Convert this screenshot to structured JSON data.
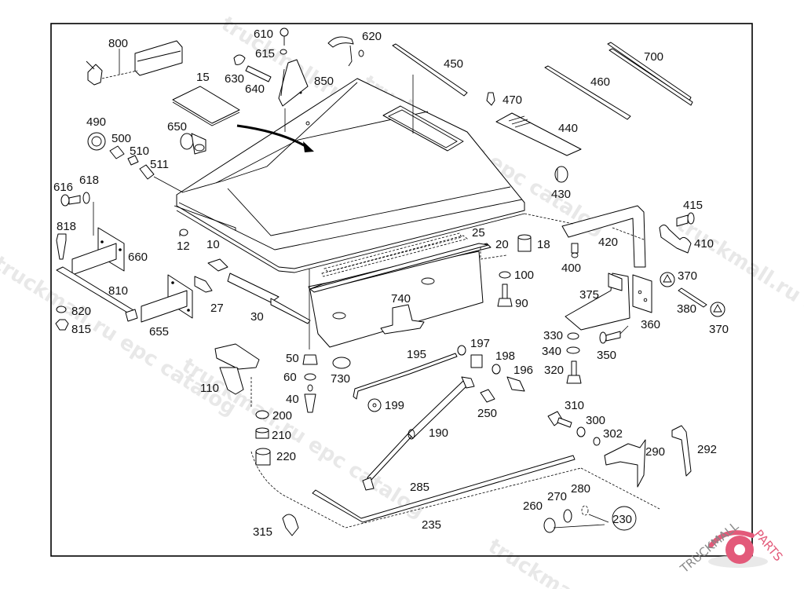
{
  "diagram": {
    "title": "Hood / Bonnet assembly exploded parts diagram",
    "callouts": [
      {
        "id": "c800",
        "label": "800"
      },
      {
        "id": "c610",
        "label": "610"
      },
      {
        "id": "c615",
        "label": "615"
      },
      {
        "id": "c620",
        "label": "620"
      },
      {
        "id": "c630",
        "label": "630"
      },
      {
        "id": "c640",
        "label": "640"
      },
      {
        "id": "c850",
        "label": "850"
      },
      {
        "id": "c15",
        "label": "15"
      },
      {
        "id": "c450",
        "label": "450"
      },
      {
        "id": "c470",
        "label": "470"
      },
      {
        "id": "c460",
        "label": "460"
      },
      {
        "id": "c700",
        "label": "700"
      },
      {
        "id": "c440",
        "label": "440"
      },
      {
        "id": "c490",
        "label": "490"
      },
      {
        "id": "c500",
        "label": "500"
      },
      {
        "id": "c510",
        "label": "510"
      },
      {
        "id": "c511",
        "label": "511"
      },
      {
        "id": "c650",
        "label": "650"
      },
      {
        "id": "c430",
        "label": "430"
      },
      {
        "id": "c616",
        "label": "616"
      },
      {
        "id": "c618",
        "label": "618"
      },
      {
        "id": "c818",
        "label": "818"
      },
      {
        "id": "c660",
        "label": "660"
      },
      {
        "id": "c12",
        "label": "12"
      },
      {
        "id": "c10",
        "label": "10"
      },
      {
        "id": "c25",
        "label": "25"
      },
      {
        "id": "c20",
        "label": "20"
      },
      {
        "id": "c18",
        "label": "18"
      },
      {
        "id": "c415",
        "label": "415"
      },
      {
        "id": "c410",
        "label": "410"
      },
      {
        "id": "c420",
        "label": "420"
      },
      {
        "id": "c400",
        "label": "400"
      },
      {
        "id": "c810",
        "label": "810"
      },
      {
        "id": "c27",
        "label": "27"
      },
      {
        "id": "c30",
        "label": "30"
      },
      {
        "id": "c820",
        "label": "820"
      },
      {
        "id": "c815",
        "label": "815"
      },
      {
        "id": "c655",
        "label": "655"
      },
      {
        "id": "c740",
        "label": "740"
      },
      {
        "id": "c100",
        "label": "100"
      },
      {
        "id": "c90",
        "label": "90"
      },
      {
        "id": "c375",
        "label": "375"
      },
      {
        "id": "c370a",
        "label": "370"
      },
      {
        "id": "c380",
        "label": "380"
      },
      {
        "id": "c370b",
        "label": "370"
      },
      {
        "id": "c360",
        "label": "360"
      },
      {
        "id": "c330",
        "label": "330"
      },
      {
        "id": "c340",
        "label": "340"
      },
      {
        "id": "c350",
        "label": "350"
      },
      {
        "id": "c320",
        "label": "320"
      },
      {
        "id": "c195",
        "label": "195"
      },
      {
        "id": "c197",
        "label": "197"
      },
      {
        "id": "c198",
        "label": "198"
      },
      {
        "id": "c196",
        "label": "196"
      },
      {
        "id": "c50",
        "label": "50"
      },
      {
        "id": "c60",
        "label": "60"
      },
      {
        "id": "c730",
        "label": "730"
      },
      {
        "id": "c40",
        "label": "40"
      },
      {
        "id": "c110",
        "label": "110"
      },
      {
        "id": "c199",
        "label": "199"
      },
      {
        "id": "c250",
        "label": "250"
      },
      {
        "id": "c200",
        "label": "200"
      },
      {
        "id": "c210",
        "label": "210"
      },
      {
        "id": "c220",
        "label": "220"
      },
      {
        "id": "c190",
        "label": "190"
      },
      {
        "id": "c310",
        "label": "310"
      },
      {
        "id": "c300",
        "label": "300"
      },
      {
        "id": "c302",
        "label": "302"
      },
      {
        "id": "c290",
        "label": "290"
      },
      {
        "id": "c292",
        "label": "292"
      },
      {
        "id": "c285",
        "label": "285"
      },
      {
        "id": "c280",
        "label": "280"
      },
      {
        "id": "c270",
        "label": "270"
      },
      {
        "id": "c260",
        "label": "260"
      },
      {
        "id": "c230",
        "label": "230"
      },
      {
        "id": "c315",
        "label": "315"
      },
      {
        "id": "c235",
        "label": "235"
      }
    ]
  },
  "watermarks": {
    "text_1": "truckmall.ru epc catalog",
    "text_2": "truckmall.ru epc catalog",
    "text_3": "truckmall.ru epc catalog",
    "text_4": "truckmall.ru epc catalog",
    "text_5": "truckmall.ru e",
    "text_6": "truckma"
  },
  "logo": {
    "text": "TRUCKMALLPARTS",
    "part_1": "TRUCKMALL",
    "part_2": "PARTS",
    "colors": {
      "gear": "#e35a7a",
      "text_dark": "#888888",
      "text_accent": "#e35a7a"
    }
  }
}
